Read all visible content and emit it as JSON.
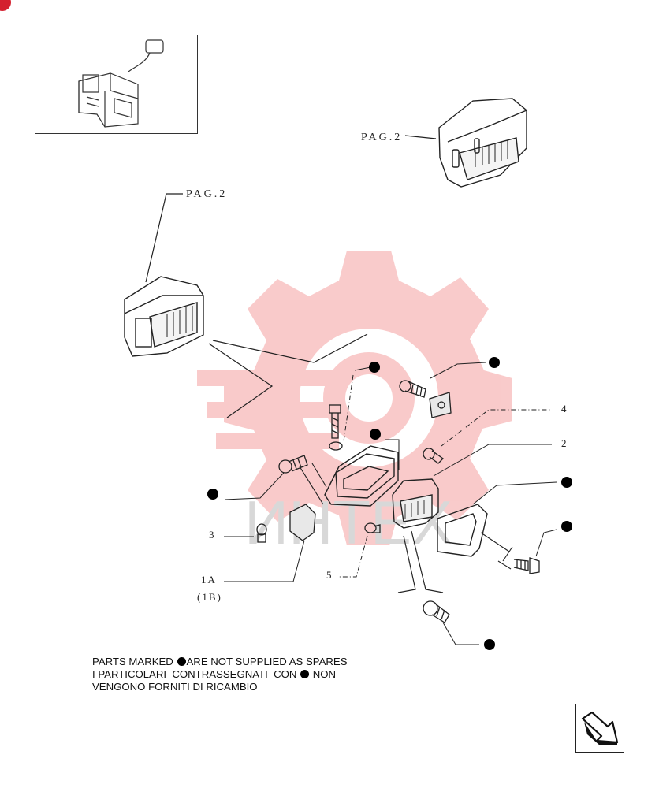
{
  "labels": {
    "pag_top": "PAG.2",
    "pag_left": "PAG.2",
    "part_4": "4",
    "part_2": "2",
    "part_3": "3",
    "part_5": "5",
    "part_1a": "1A",
    "part_1b": "(1B)"
  },
  "notice": {
    "line1_before": "PARTS MARKED ",
    "line1_after": "ARE NOT SUPPLIED AS SPARES",
    "line2_before": "I PARTICOLARI  CONTRASSEGNATI  CON ",
    "line2_after": " NON",
    "line3": "VENGONO FORNITI DI RICAMBIO"
  },
  "colors": {
    "ink": "#222222",
    "watermark": "#f6b3b3",
    "badge": "#d4202f"
  },
  "icons": {
    "nav": "next-page-arrow-icon",
    "badge": "corner-badge-icon"
  }
}
